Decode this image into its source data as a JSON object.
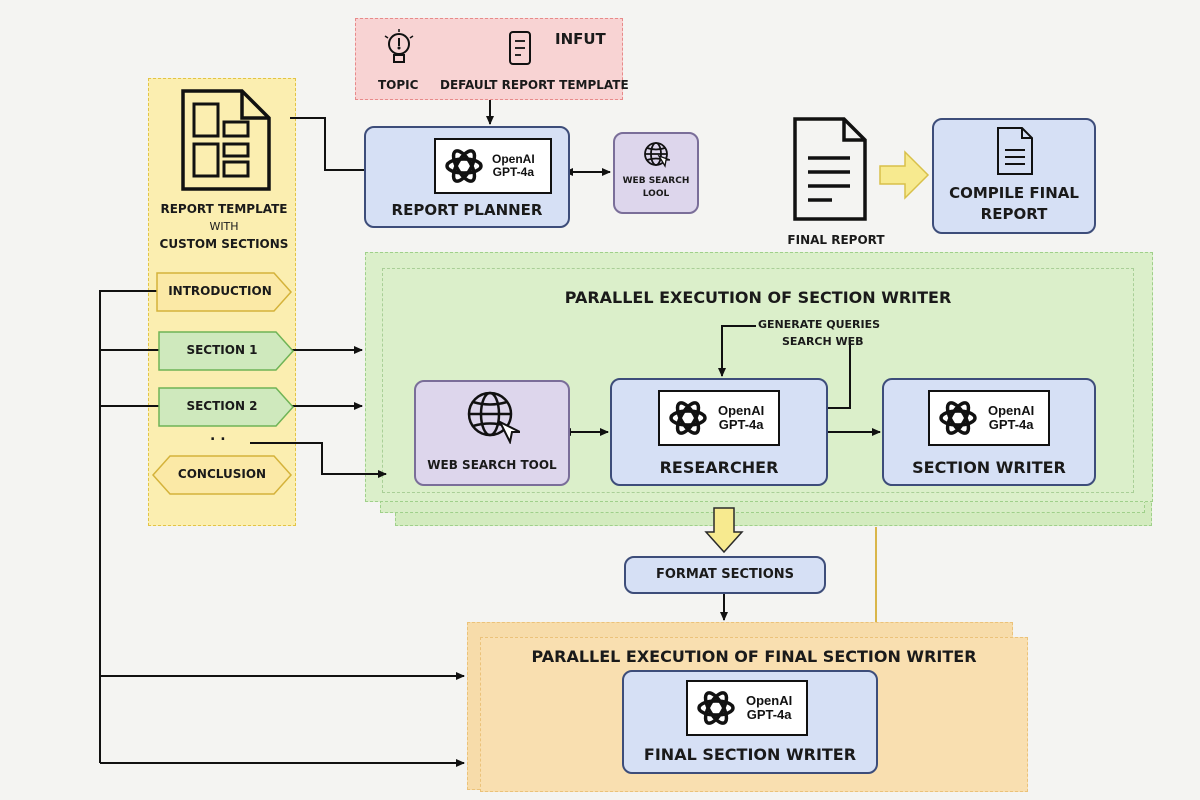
{
  "input": {
    "title": "INFUT",
    "topic": "TOPIC",
    "template": "DEFAULT REPORT TEMPLATE"
  },
  "template_panel": {
    "line1": "REPORT TEMPLATE",
    "line2": "WITH",
    "line3": "CUSTOM SECTIONS",
    "sections": [
      "INTRODUCTION",
      "SECTION 1",
      "SECTION 2",
      "CONCLUSION"
    ],
    "ellipsis": ". ."
  },
  "planner": {
    "label": "REPORT PLANNER",
    "model_line1": "OpenAI",
    "model_line2": "GPT-4a"
  },
  "web_search_small": {
    "line1": "WEB SEARCH",
    "line2": "LOOL"
  },
  "final_report": {
    "label": "FINAL REPORT"
  },
  "compile": {
    "line1": "COMPILE FINAL",
    "line2": "REPORT"
  },
  "parallel_section": {
    "title": "PARALLEL EXECUTION OF SECTION WRITER",
    "queries_line1": "GENERATE QUERIES",
    "queries_line2": "SEARCH WEB",
    "web_search": "WEB SEARCH TOOL",
    "researcher": {
      "label": "RESEARCHER",
      "model_line1": "OpenAI",
      "model_line2": "GPT-4a"
    },
    "writer": {
      "label": "SECTION WRITER",
      "model_line1": "OpenAI",
      "model_line2": "GPT-4a"
    }
  },
  "format_sections": "FORMAT SECTIONS",
  "parallel_final": {
    "title": "PARALLEL EXECUTION OF FINAL SECTION WRITER",
    "writer": {
      "label": "FINAL SECTION WRITER",
      "model_line1": "OpenAI",
      "model_line2": "GPT-4a"
    }
  },
  "colors": {
    "input_bg": "#f8d3d3",
    "input_border": "#e88a8a",
    "template_bg": "#fbeeb0",
    "template_border": "#e3c445",
    "node_bg": "#d6e0f5",
    "node_border": "#3d4d7a",
    "tool_bg": "#ddd6ec",
    "parallel_bg": "#d9eec8",
    "parallel_border": "#9fd08a",
    "final_bg": "#f9dfb0",
    "final_border": "#ebc27a",
    "intro_fill": "#fbe9a6",
    "section_fill": "#cfe9bd"
  }
}
